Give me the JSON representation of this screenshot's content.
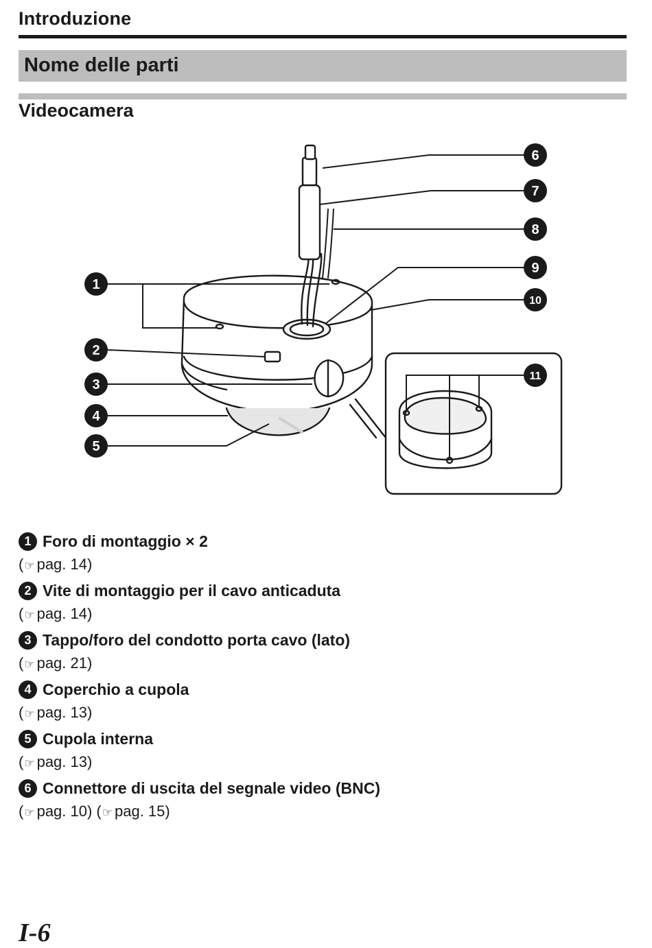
{
  "header": {
    "section": "Introduzione"
  },
  "title": "Nome delle parti",
  "subsection": "Videocamera",
  "diagram": {
    "callouts": [
      "1",
      "2",
      "3",
      "4",
      "5",
      "6",
      "7",
      "8",
      "9",
      "10",
      "11"
    ]
  },
  "parts": [
    {
      "num": "1",
      "title": "Foro di montaggio × 2",
      "refs": [
        "pag. 14"
      ]
    },
    {
      "num": "2",
      "title": "Vite di montaggio per il cavo anticaduta",
      "refs": [
        "pag. 14"
      ]
    },
    {
      "num": "3",
      "title": "Tappo/foro del condotto porta cavo (lato)",
      "refs": [
        "pag. 21"
      ]
    },
    {
      "num": "4",
      "title": "Coperchio a cupola",
      "refs": [
        "pag. 13"
      ]
    },
    {
      "num": "5",
      "title": "Cupola interna",
      "refs": [
        "pag. 13"
      ]
    },
    {
      "num": "6",
      "title": "Connettore di uscita del segnale video (BNC)",
      "refs": [
        "pag. 10",
        "pag. 15"
      ]
    }
  ],
  "icons": {
    "reference": "pointing-hand-icon"
  },
  "footer": {
    "page_number": "I-6"
  }
}
